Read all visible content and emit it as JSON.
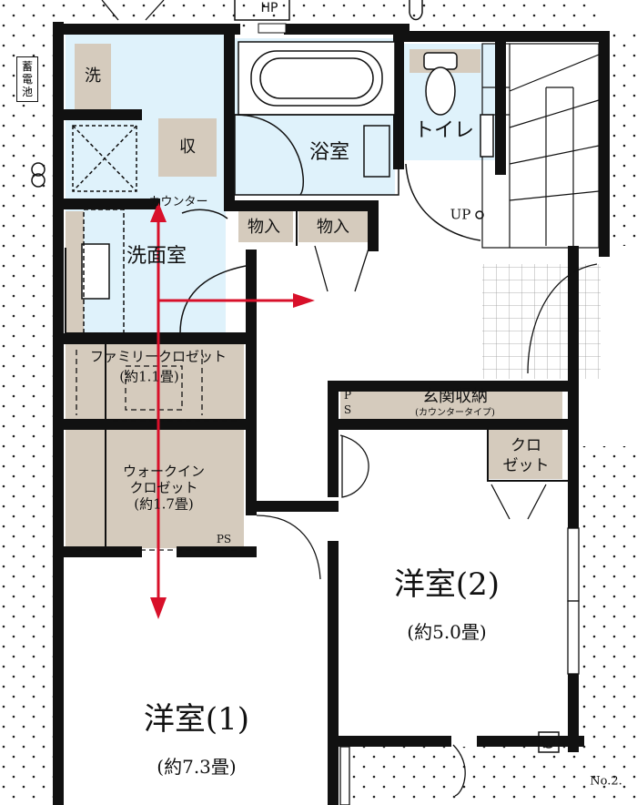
{
  "rooms": {
    "bedroom1": {
      "name": "洋室(1)",
      "area": "(約7.3畳)"
    },
    "bedroom2": {
      "name": "洋室(2)",
      "area": "(約5.0畳)"
    },
    "bathroom": {
      "name": "浴室"
    },
    "toilet": {
      "name": "トイレ"
    },
    "washroom": {
      "name": "洗面室"
    },
    "family_closet": {
      "name": "ファミリークロゼット",
      "area": "(約1.1畳)"
    },
    "walkin_closet": {
      "name": "ウォークイン",
      "name2": "クロゼット",
      "area": "(約1.7畳)"
    },
    "entrance_storage": {
      "name": "玄関収納",
      "sub": "(カウンタータイプ)"
    },
    "closet": {
      "name": "クロ",
      "name2": "ゼット"
    }
  },
  "labels": {
    "storage_a": "物入",
    "storage_b": "物入",
    "counter": "カウンター",
    "washer": "洗",
    "receiver": "収",
    "ps_a": "PS",
    "ps_b": "P",
    "ps_b2": "S",
    "hp": "HP",
    "up": "UP",
    "battery": "蓄電池",
    "unit_no": "No.2."
  },
  "colors": {
    "wall": "#111111",
    "wet_area": "#dff2fb",
    "storage": "#d5cbbd",
    "arrow": "#d8102a",
    "hatch_dot": "#222222"
  }
}
